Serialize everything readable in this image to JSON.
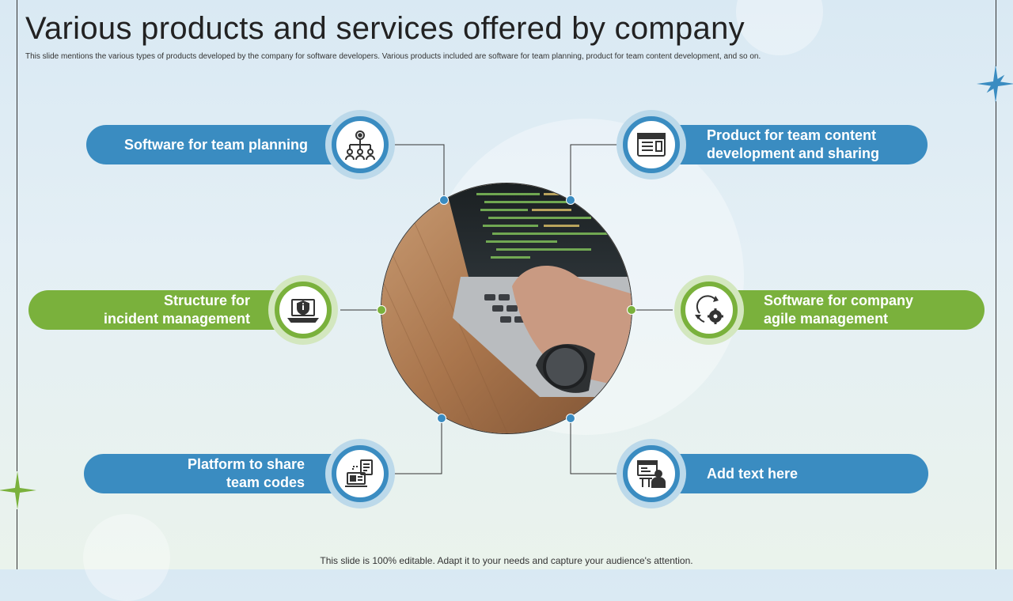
{
  "slide": {
    "title": "Various products and services offered by company",
    "subtitle": "This slide mentions the various types of products developed by the company for software developers. Various products included are software for team planning, product for team content development, and so on.",
    "footer": "This slide is 100% editable. Adapt it to your needs and capture your audience's attention."
  },
  "colors": {
    "blue": "#3a8cc1",
    "green": "#7ab13c"
  },
  "items": [
    {
      "label": "Software for team planning",
      "icon": "team-hierarchy-icon"
    },
    {
      "label": "Product for team content\ndevelopment and sharing",
      "icon": "browser-window-icon"
    },
    {
      "label": "Structure for\nincident management",
      "icon": "laptop-shield-icon"
    },
    {
      "label": "Software for company\nagile management",
      "icon": "agile-cycle-gear-icon"
    },
    {
      "label": "Platform to share\nteam codes",
      "icon": "code-sharing-icon"
    },
    {
      "label": "Add text here",
      "icon": "presenter-board-icon"
    }
  ],
  "center_image": "laptop-typing-photo"
}
